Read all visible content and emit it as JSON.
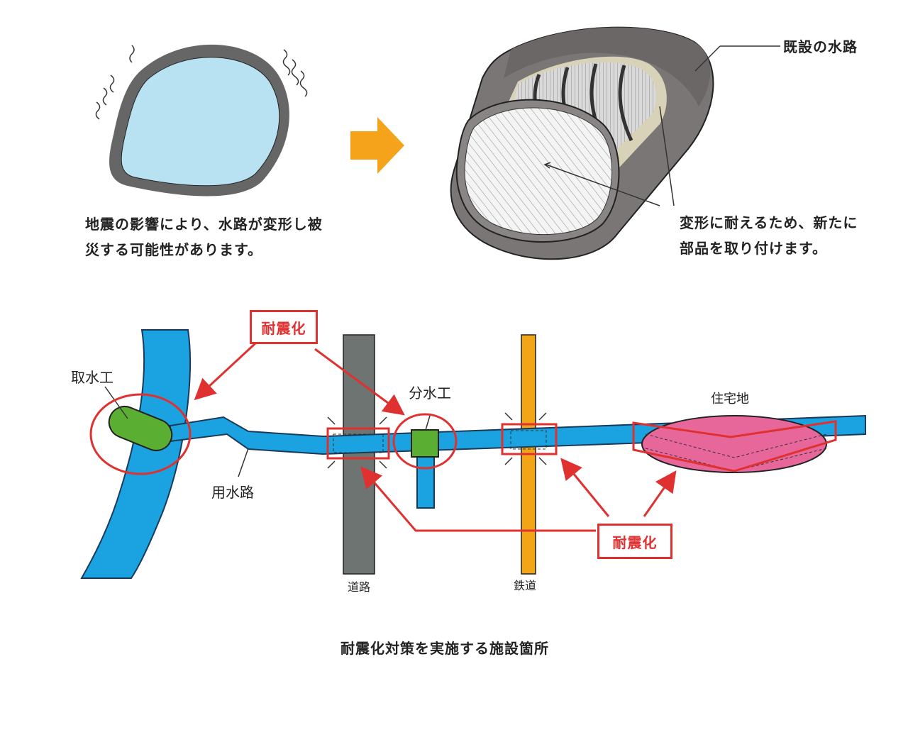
{
  "top": {
    "left_caption": [
      "地震の影響により、水路が変形し被",
      "災する可能性があります。"
    ],
    "right_caption": [
      "変形に耐えるため、新たに",
      "部品を取り付けます。"
    ],
    "existing_channel_label": "既設の水路"
  },
  "map": {
    "intake_label": "取水工",
    "diversion_label": "分水工",
    "residential_label": "住宅地",
    "canal_label": "用水路",
    "road_label": "道路",
    "railway_label": "鉄道",
    "seismic_label_top": "耐震化",
    "seismic_label_bottom": "耐震化"
  },
  "colors": {
    "water": "#1aa3e0",
    "green": "#5aaf32",
    "road": "#6e7471",
    "rail": "#f2a516",
    "residential": "#e8679a",
    "highlight": "#e03131",
    "arrow": "#f5a31a"
  },
  "title": "耐震化対策を実施する施設箇所"
}
